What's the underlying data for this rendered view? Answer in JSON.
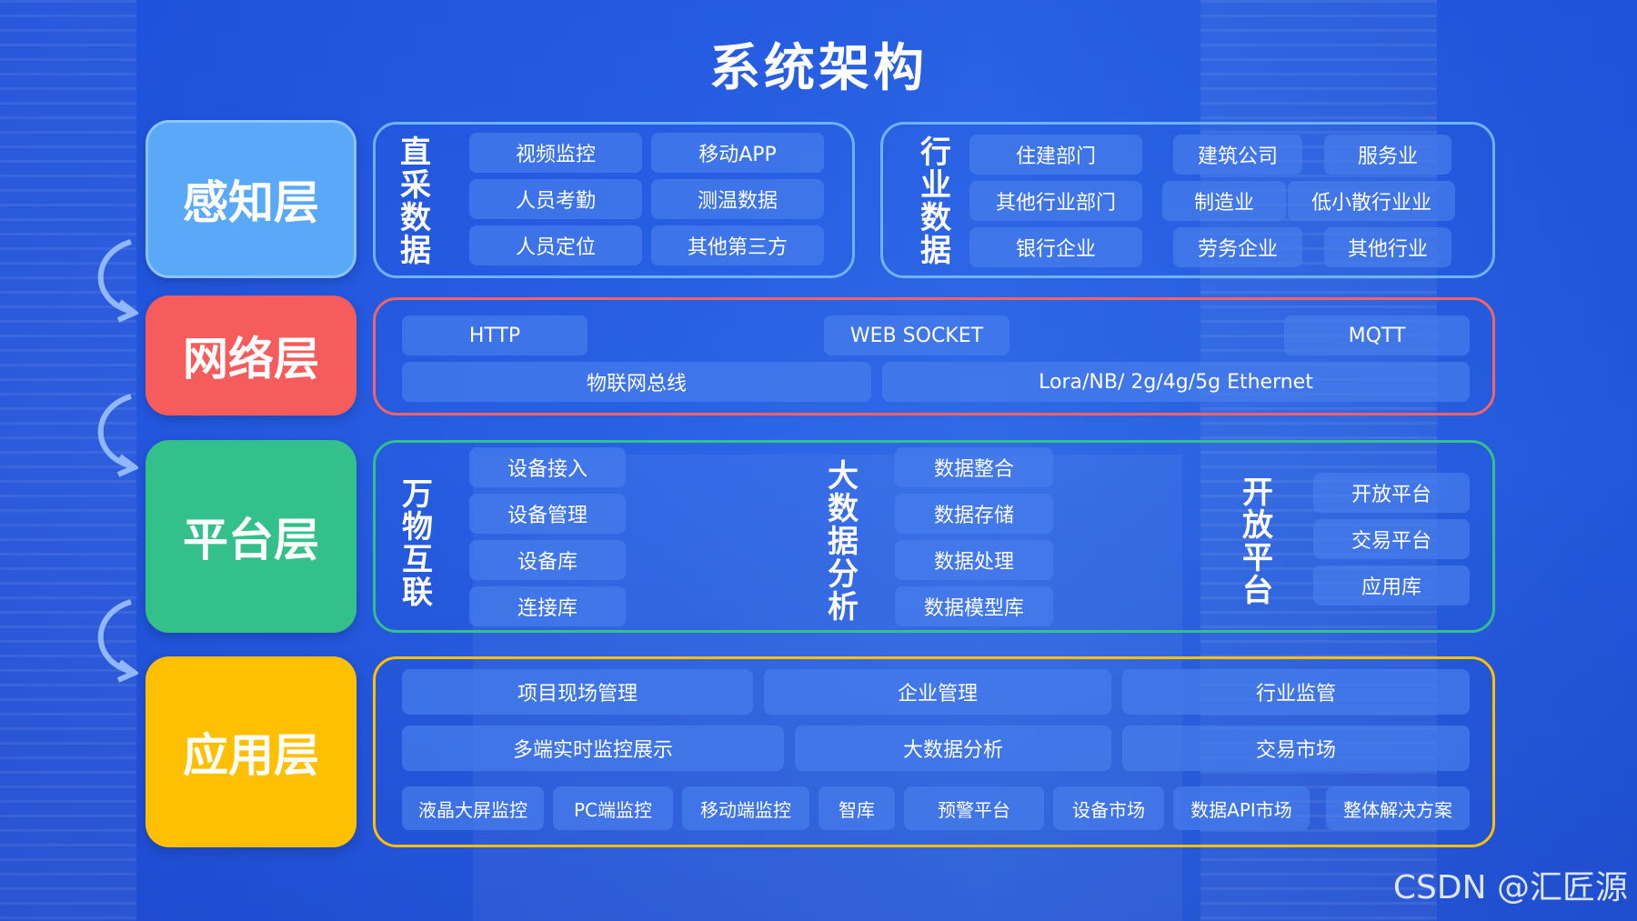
{
  "title": "系统架构",
  "layers": {
    "perception": "感知层",
    "network": "网络层",
    "platform": "平台层",
    "application": "应用层"
  },
  "perception": {
    "direct_label": [
      "直",
      "采",
      "数",
      "据"
    ],
    "direct_items": [
      "视频监控",
      "移动APP",
      "人员考勤",
      "测温数据",
      "人员定位",
      "其他第三方"
    ],
    "industry_label": [
      "行",
      "业",
      "数",
      "据"
    ],
    "industry_items": [
      "住建部门",
      "建筑公司",
      "服务业",
      "其他行业部门",
      "制造业",
      "低小散行业业",
      "银行企业",
      "劳务企业",
      "其他行业"
    ]
  },
  "network": {
    "protocols": [
      "HTTP",
      "WEB SOCKET",
      "MQTT"
    ],
    "bus": "物联网总线",
    "transport": "Lora/NB/ 2g/4g/5g Ethernet"
  },
  "platform": {
    "iot_label": [
      "万",
      "物",
      "互",
      "联"
    ],
    "iot_items": [
      "设备接入",
      "设备管理",
      "设备库",
      "连接库"
    ],
    "bigdata_label": [
      "大",
      "数",
      "据",
      "分",
      "析"
    ],
    "bigdata_items": [
      "数据整合",
      "数据存储",
      "数据处理",
      "数据模型库"
    ],
    "open_label": [
      "开",
      "放",
      "平",
      "台"
    ],
    "open_items": [
      "开放平台",
      "交易平台",
      "应用库"
    ]
  },
  "application": {
    "row1": [
      "项目现场管理",
      "企业管理",
      "行业监管"
    ],
    "row2": [
      "多端实时监控展示",
      "大数据分析",
      "交易市场"
    ],
    "row3": [
      "液晶大屏监控",
      "PC端监控",
      "移动端监控",
      "智库",
      "预警平台",
      "设备市场",
      "数据API市场",
      "整体解决方案"
    ]
  },
  "watermark": "CSDN @汇匠源",
  "colors": {
    "perception": "#5aa9f8",
    "network": "#f65c5c",
    "platform": "#33c08a",
    "application": "#ffc003",
    "background": "#2a66e6"
  }
}
